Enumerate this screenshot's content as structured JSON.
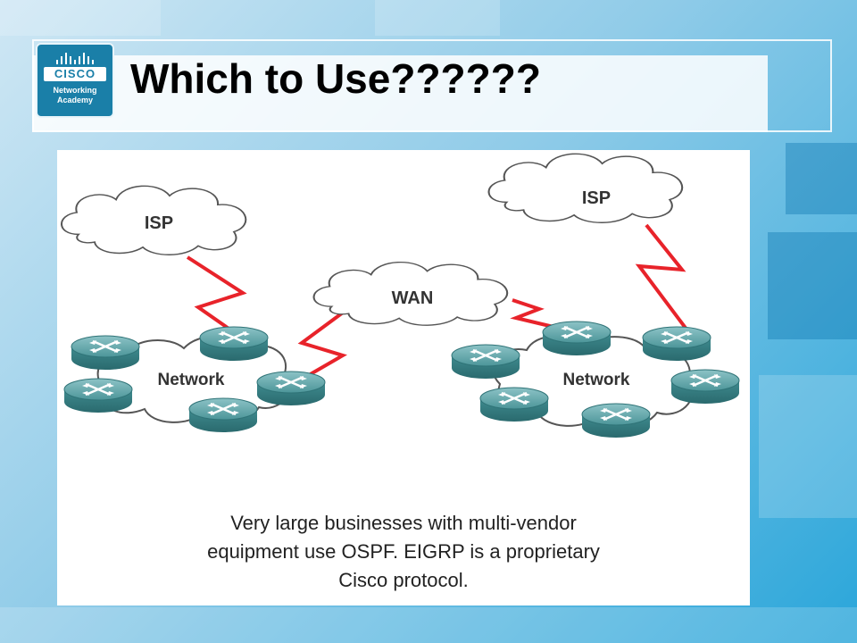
{
  "logo": {
    "brand": "CISCO",
    "line1": "Networking",
    "line2": "Academy"
  },
  "title": "Which to Use??????",
  "diagram": {
    "clouds": {
      "isp_left": "ISP",
      "isp_right": "ISP",
      "wan": "WAN"
    },
    "networks": {
      "left": "Network",
      "right": "Network"
    }
  },
  "caption": {
    "line1": "Very large businesses with multi-vendor",
    "line2": "equipment use OSPF. EIGRP is a proprietary",
    "line3": "Cisco protocol."
  },
  "colors": {
    "link": "#e8232a",
    "router": "#3f8b8f",
    "cloud_stroke": "#555555"
  }
}
